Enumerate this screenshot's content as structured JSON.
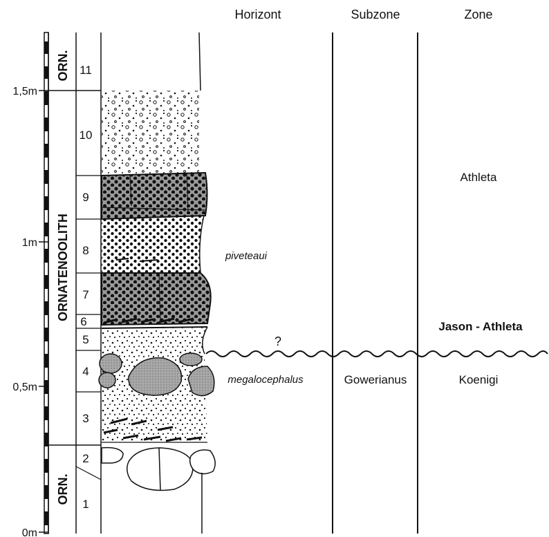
{
  "headers": {
    "horizont": "Horizont",
    "subzone": "Subzone",
    "zone": "Zone"
  },
  "scale": {
    "ticks": [
      "0m",
      "0,5m",
      "1m",
      "1,5m"
    ]
  },
  "units": {
    "lower": "ORN.",
    "middle": "ORNATENOOLITH",
    "upper": "ORN."
  },
  "beds": [
    "1",
    "2",
    "3",
    "4",
    "5",
    "6",
    "7",
    "8",
    "9",
    "10",
    "11"
  ],
  "horizons": {
    "upper": "piveteaui",
    "lower": "megalocephalus"
  },
  "subzones": {
    "lower": "Gowerianus"
  },
  "zones": {
    "upper": "Athleta",
    "transition": "Jason - Athleta",
    "lower": "Koenigi"
  },
  "unconformity_mark": "?"
}
